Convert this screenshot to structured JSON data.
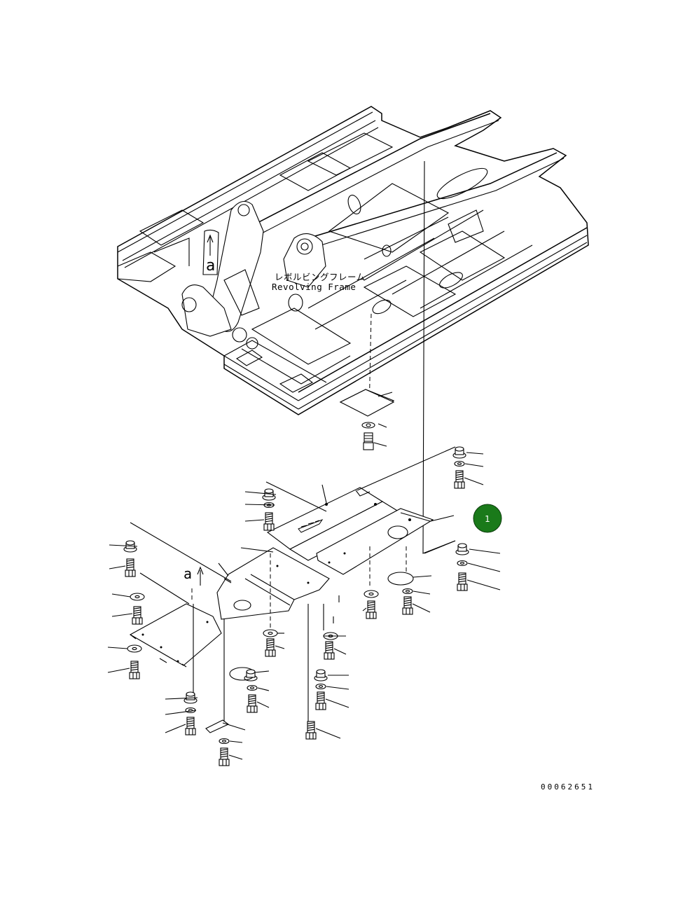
{
  "diagram": {
    "label_jp": "レボルビングフレーム",
    "label_en": "Revolving Frame",
    "view_marker": "a",
    "drawing_number": "00062651",
    "callout_number": "1",
    "callout_color": "#1a7a1a"
  }
}
